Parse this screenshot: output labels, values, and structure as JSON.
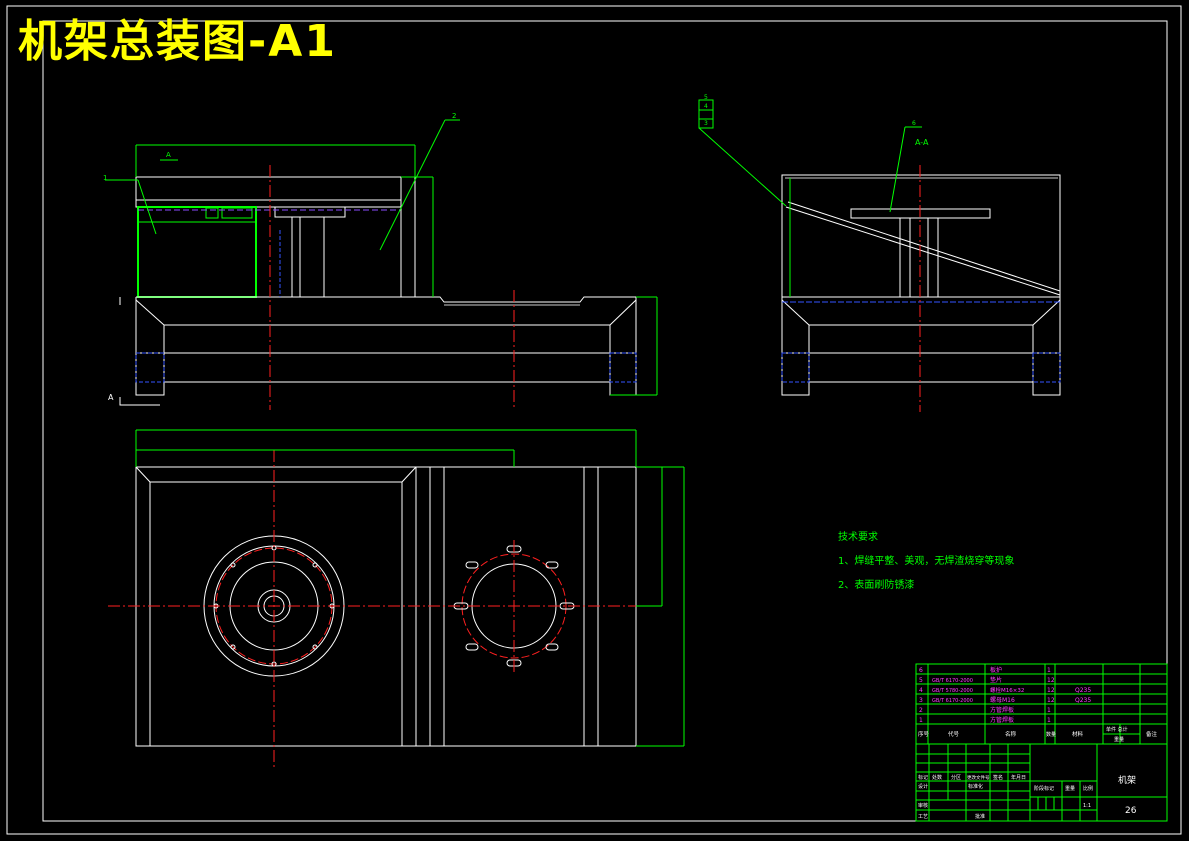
{
  "drawing": {
    "title": "机架总装图-A1"
  },
  "views": {
    "section_label": "A-A",
    "section_mark": "A",
    "callouts_front": [
      "1",
      "2"
    ],
    "callouts_side": [
      "5",
      "4",
      "3",
      "6"
    ]
  },
  "technical_requirements": {
    "heading": "技术要求",
    "items": [
      "1、焊缝平整、美观，无焊渣烧穿等现象",
      "2、表面刷防锈漆"
    ]
  },
  "bom": {
    "rows": [
      {
        "no": "6",
        "std": "",
        "name": "板护",
        "qty": "1",
        "mat": ""
      },
      {
        "no": "5",
        "std": "GB/T 6170-2000",
        "name": "垫片",
        "qty": "12",
        "mat": ""
      },
      {
        "no": "4",
        "std": "GB/T 5780-2000",
        "name": "螺栓M16×32",
        "qty": "12",
        "mat": "Q235"
      },
      {
        "no": "3",
        "std": "GB/T 6170-2000",
        "name": "螺母M16",
        "qty": "12",
        "mat": "Q235"
      },
      {
        "no": "2",
        "std": "",
        "name": "方管焊板",
        "qty": "1",
        "mat": ""
      },
      {
        "no": "1",
        "std": "",
        "name": "方管焊板",
        "qty": "1",
        "mat": ""
      }
    ],
    "header": {
      "no": "序号",
      "std": "代号",
      "name": "名称",
      "qty": "数量",
      "mat": "材料",
      "weight": "单件 总计",
      "weight2": "重量",
      "note": "备注"
    }
  },
  "title_block": {
    "part_name": "机架",
    "sheet_no": "26",
    "scale": "1:1",
    "labels": {
      "mark": "标记",
      "count": "处数",
      "zone": "分区",
      "change_doc": "更改文件号",
      "signature": "签名",
      "date": "年月日",
      "design": "设计",
      "standard": "标准化",
      "stage": "阶段标记",
      "weight": "重量",
      "ratio": "比例",
      "review": "审核",
      "process": "工艺",
      "approve": "批准"
    }
  }
}
